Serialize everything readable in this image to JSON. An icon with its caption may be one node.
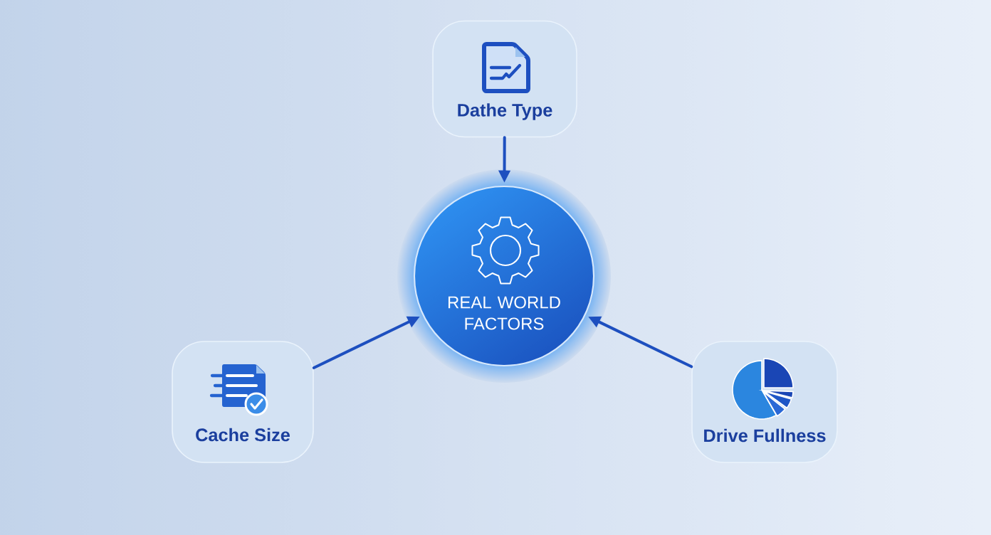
{
  "diagram": {
    "nodes": [
      {
        "text": [
          "Dathe Type"
        ]
      },
      {
        "text": [
          "REAL WORLD FACTORS"
        ]
      },
      {
        "text": [
          "Cache Size"
        ]
      },
      {
        "text": [
          "Drive Fullness"
        ]
      }
    ],
    "edges": [
      {
        "from": 0,
        "to": 1,
        "arrow": "to"
      },
      {
        "from": 2,
        "to": 1,
        "arrow": "to"
      },
      {
        "from": 3,
        "to": 1,
        "arrow": "to"
      }
    ]
  }
}
